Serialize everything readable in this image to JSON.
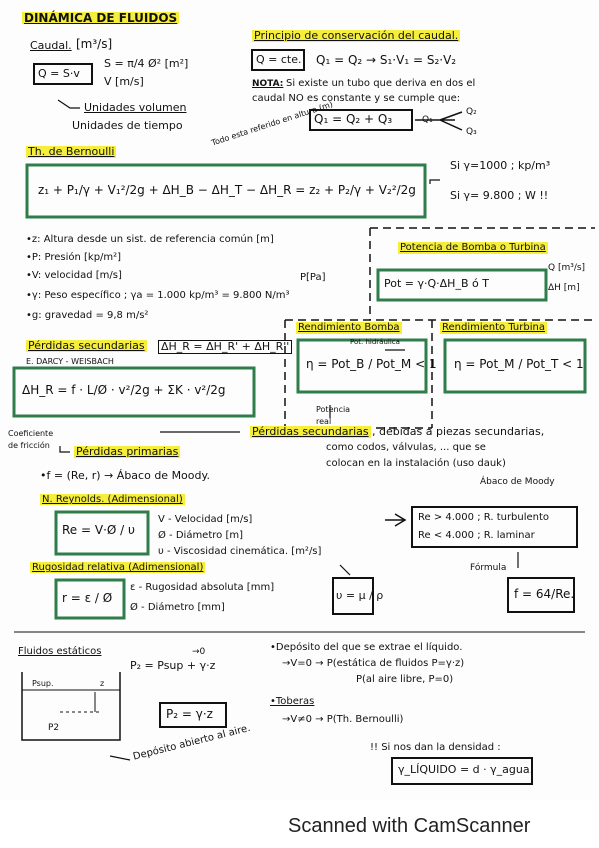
{
  "title": "DINÁMICA DE FLUIDOS",
  "caudal": {
    "label": "Caudal.",
    "units": "[m³/s]",
    "formula": "Q = S·v",
    "s_def": "S = π/4 Ø² [m²]",
    "v_def": "V [m/s]",
    "note1": "Unidades volumen",
    "note2": "Unidades de tiempo"
  },
  "conservacion": {
    "heading": "Principio de conservación del caudal.",
    "eq_box": "Q = cte.",
    "eq": "Q₁ = Q₂ → S₁·V₁ = S₂·V₂",
    "note_label": "NOTA:",
    "note1": "Si existe un tubo que deriva en dos el",
    "note2": "caudal NO es constante y se cumple que:",
    "eq2": "Q₁ = Q₂ + Q₃",
    "q1": "Q₁",
    "q2": "Q₂",
    "q3": "Q₃"
  },
  "bernoulli": {
    "heading": "Th. de Bernoulli",
    "annot": "Todo esta referido en altura (m)",
    "equation": "z₁ + P₁/γ + V₁²/2g + ΔH_B − ΔH_T − ΔH_R = z₂ + P₂/γ + V₂²/2g",
    "side1": "Si γ=1000 ; kp/m³",
    "side2": "Si γ= 9.800 ; W !!"
  },
  "definitions": [
    "•z: Altura desde un sist. de referencia común [m]",
    "•P: Presión [kp/m²]",
    "•V: velocidad [m/s]",
    "•γ: Peso específico ; γa = 1.000 kp/m³ = 9.800 N/m³",
    "•g: gravedad = 9,8 m/s²"
  ],
  "pressure_pa": "P[Pa]",
  "bomba_turbina": {
    "heading": "Potencia de Bomba o Turbina",
    "formula": "Pot = γ·Q·ΔH_B ó T",
    "units1": "Q [m³/s]",
    "units2": "ΔH [m]"
  },
  "rendimiento_bomba": {
    "heading": "Rendimiento Bomba",
    "annot": "Pot. hidráulica",
    "formula": "η = Pot_B / Pot_M < 1",
    "annot2": "Potencia real"
  },
  "rendimiento_turbina": {
    "heading": "Rendimiento Turbina",
    "formula": "η = Pot_M / Pot_T < 1"
  },
  "perdidas": {
    "heading": "Pérdidas secundarias",
    "eq": "ΔH_R = ΔH_R' + ΔH_R''",
    "darcy": "E. DARCY - WEISBACH",
    "formula": "ΔH_R = f · L/Ø · v²/2g + ΣK · v²/2g",
    "coef": "Coeficiente de fricción",
    "primarias": "Pérdidas primarias",
    "secundarias": "Pérdidas secundarias",
    "sec_desc1": ", debidas a piezas secundarias,",
    "sec_desc2": "como codos, válvulas, ... que se",
    "sec_desc3": "colocan en la instalación (uso dauk)",
    "f_rel": "•f = (Re, r) → Ábaco de Moody.",
    "moody": "Ábaco de Moody"
  },
  "reynolds": {
    "heading": "N. Reynolds. (Adimensional)",
    "formula": "Re = V·Ø / υ",
    "v": "V - Velocidad [m/s]",
    "d": "Ø - Diámetro [m]",
    "nu": "υ - Viscosidad cinemática. [m²/s]",
    "turb": "Re > 4.000 ; R. turbulento",
    "lam": "Re < 4.000 ; R. laminar",
    "formula_label": "Fórmula",
    "f_lam": "f = 64/Re."
  },
  "rugosidad": {
    "heading": "Rugosidad relativa (Adimensional)",
    "formula": "r = ε / Ø",
    "e": "ε - Rugosidad absoluta [mm]",
    "d": "Ø - Diámetro [mm]",
    "nu_formula": "υ = μ / ρ"
  },
  "estaticos": {
    "heading": "Fluidos estáticos",
    "eq1": "P₂ = Psup + γ·z",
    "eq1_annot": "→0",
    "eq2": "P₂ = γ·z",
    "psup": "Psup.",
    "z": "z",
    "p2": "P2",
    "deposito_note": "Depósito abierto al aire.",
    "dep_heading": "•Depósito del que se extrae el líquido.",
    "dep1": "→V=0 → P(estática de fluidos P=γ·z)",
    "dep2": "P(al aire libre, P=0)",
    "toberas": "•Toberas",
    "tob1": "→V≠0 → P(Th. Bernoulli)",
    "density_note": "!! Si nos dan la densidad :",
    "density_eq": "γ_LÍQUIDO = d · γ_agua."
  },
  "footer": "Scanned with CamScanner"
}
